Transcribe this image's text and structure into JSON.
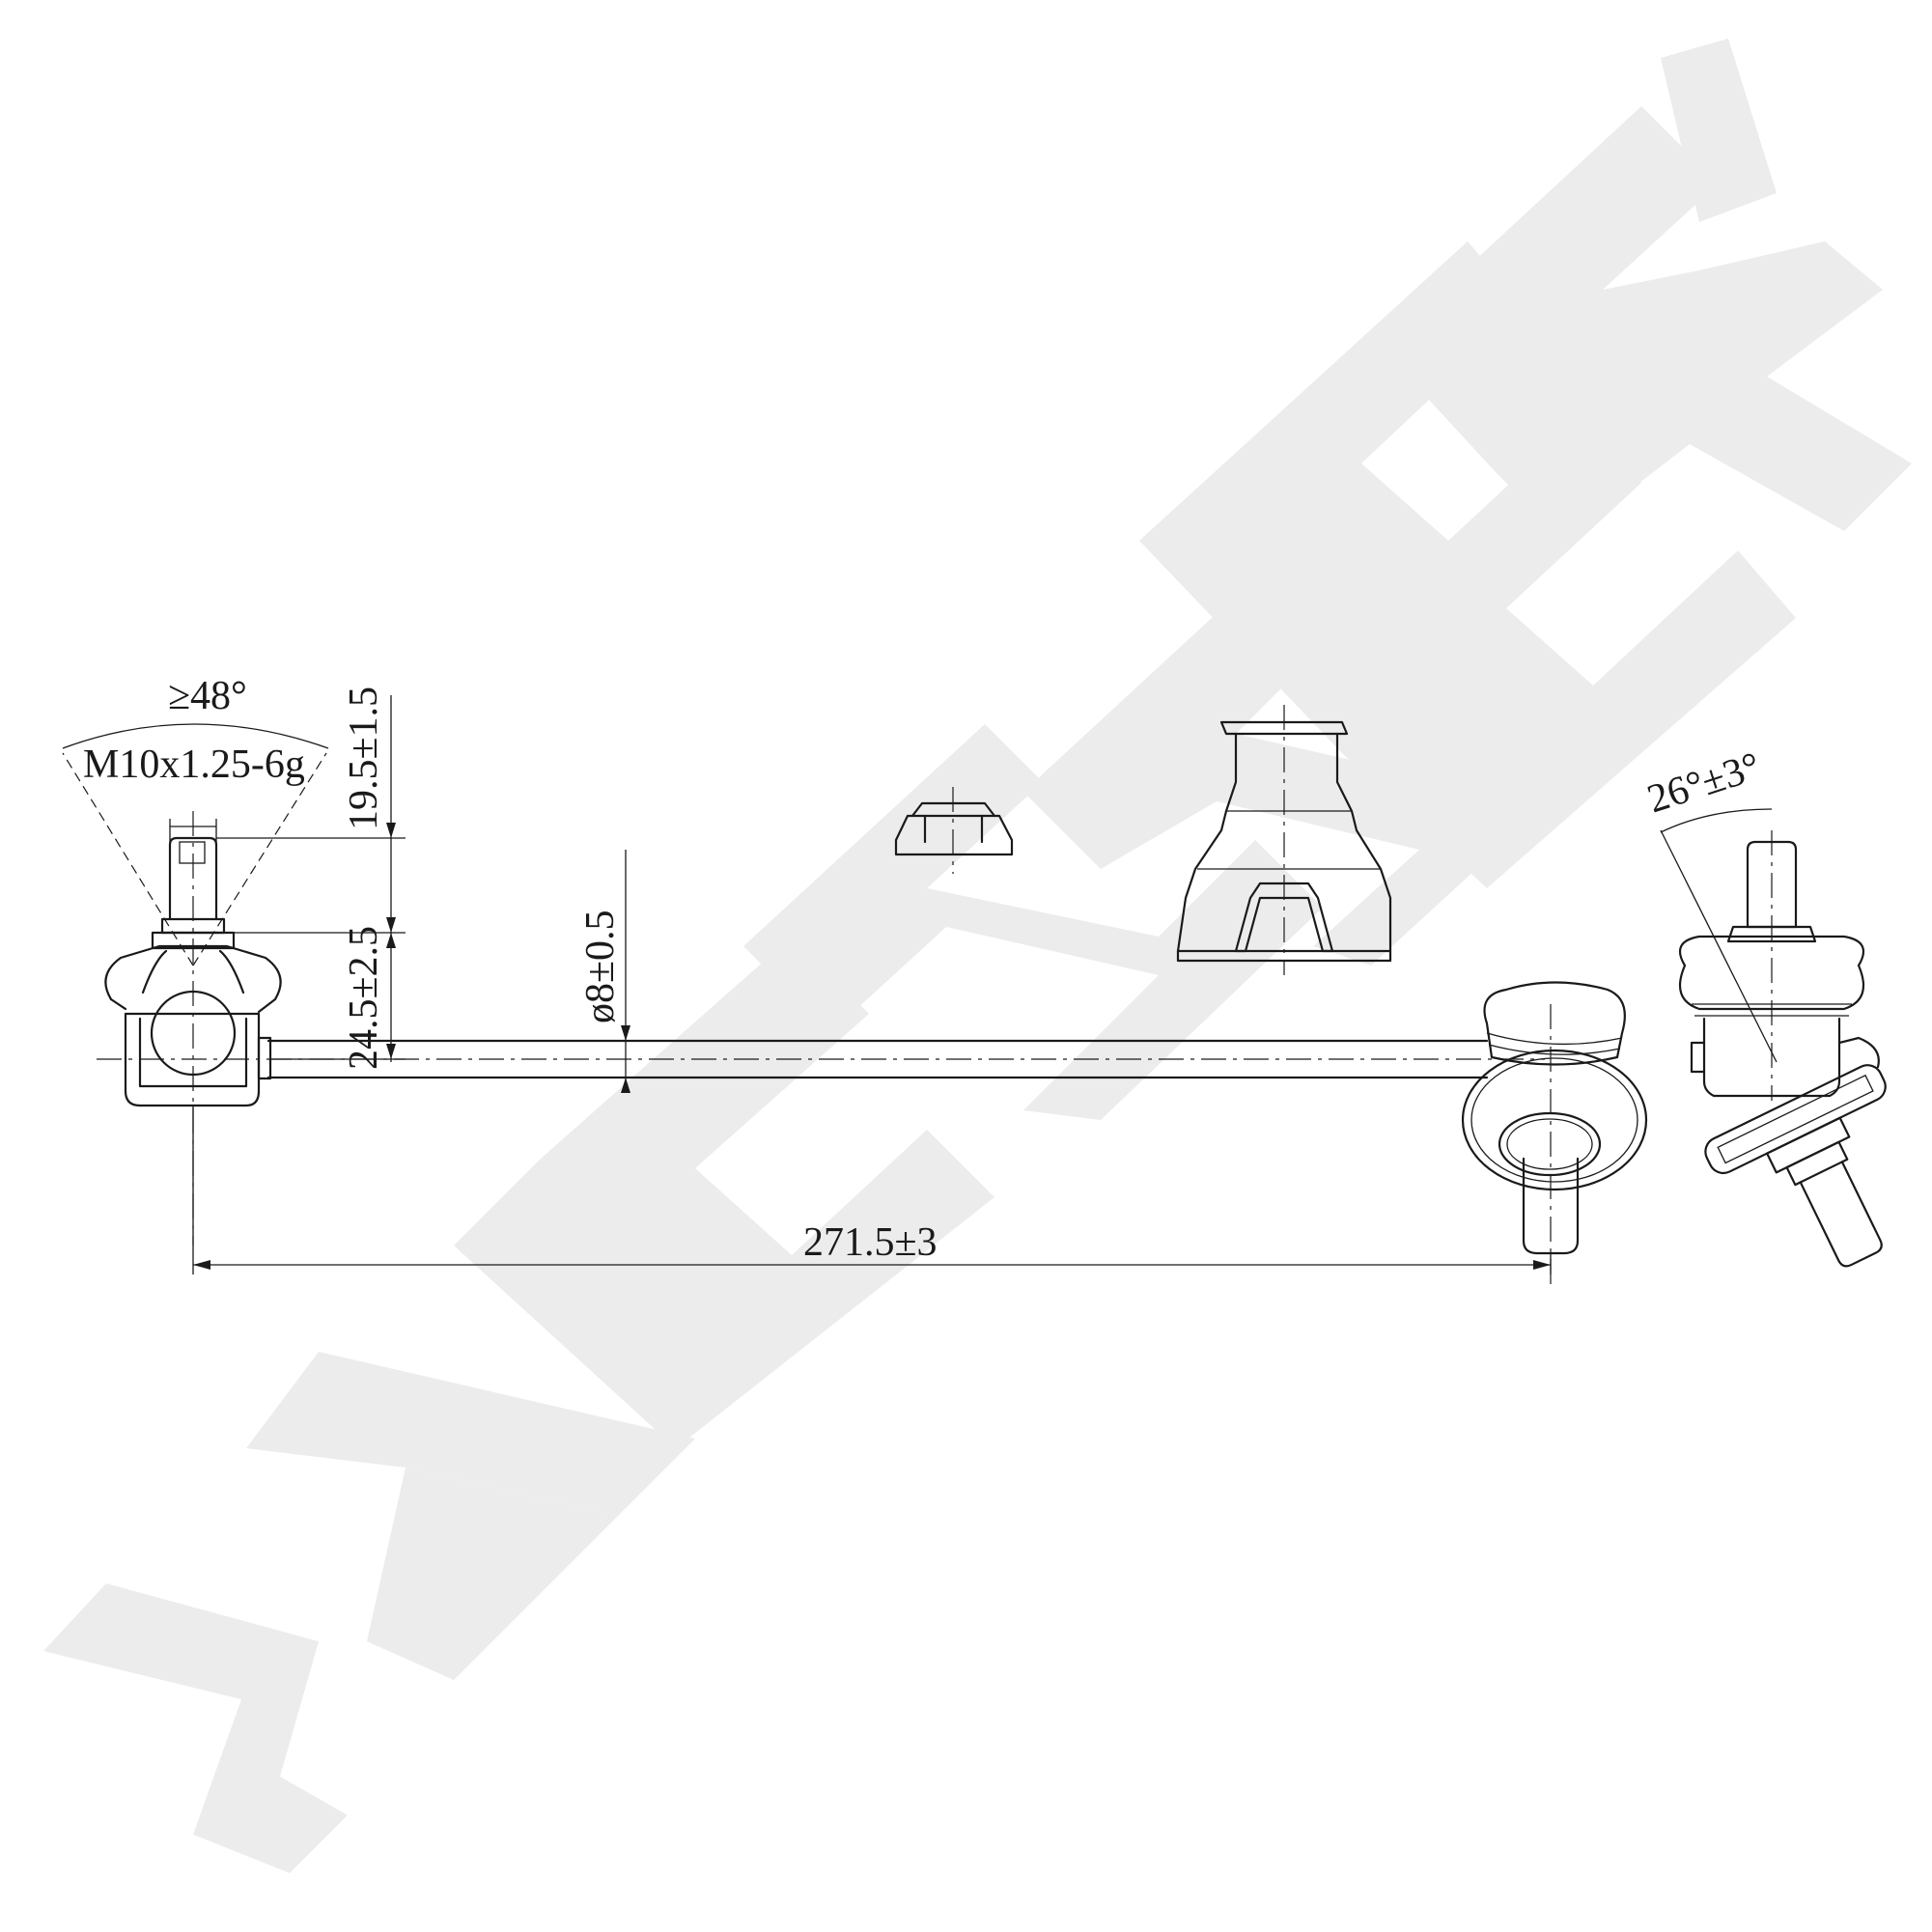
{
  "watermark": {
    "brand": "ZENNEK",
    "color": "#ececec"
  },
  "diagram": {
    "line_color": "#1a1a1a",
    "background": "#ffffff",
    "dimensions": {
      "cone_angle": "≥48°",
      "thread_spec": "M10x1.25-6g",
      "stud_height": "19.5±1.5",
      "joint_height": "24.5±2.5",
      "rod_diameter": "ø8±0.5",
      "total_length": "271.5±3",
      "tilt_angle": "26°±3°"
    },
    "components": [
      "left-ball-joint-icon",
      "stabilizer-rod",
      "flange-nut-icon",
      "dust-boot-icon",
      "right-ball-joint-icon",
      "side-view-ball-joint-icon"
    ]
  }
}
